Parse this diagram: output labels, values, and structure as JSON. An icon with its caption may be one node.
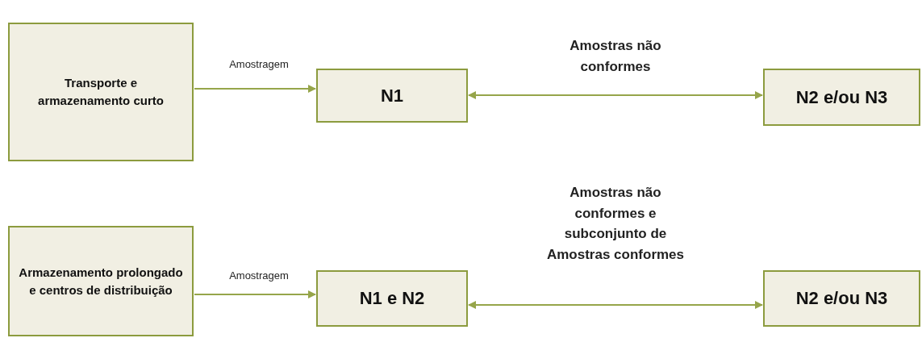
{
  "diagram": {
    "nodes": [
      {
        "text": [
          "Transporte e armazenamento curto"
        ]
      },
      {
        "text": [
          "N1"
        ]
      },
      {
        "text": [
          "N2 e/ou N3"
        ]
      },
      {
        "text": [
          "Armazenamento prolongado e centros de distribuição"
        ]
      },
      {
        "text": [
          "N1 e N2"
        ]
      },
      {
        "text": [
          "N2 e/ou N3"
        ]
      }
    ],
    "edges": [
      {
        "from": 0,
        "to": 1,
        "arrow": "to",
        "label": "Amostragem"
      },
      {
        "from": 1,
        "to": 2,
        "arrow": "both",
        "label": "Amostras não conformes"
      },
      {
        "from": 3,
        "to": 4,
        "arrow": "to",
        "label": "Amostragem"
      },
      {
        "from": 4,
        "to": 5,
        "arrow": "both",
        "label": "Amostras não conformes e subconjunto de Amostras conformes"
      }
    ]
  }
}
